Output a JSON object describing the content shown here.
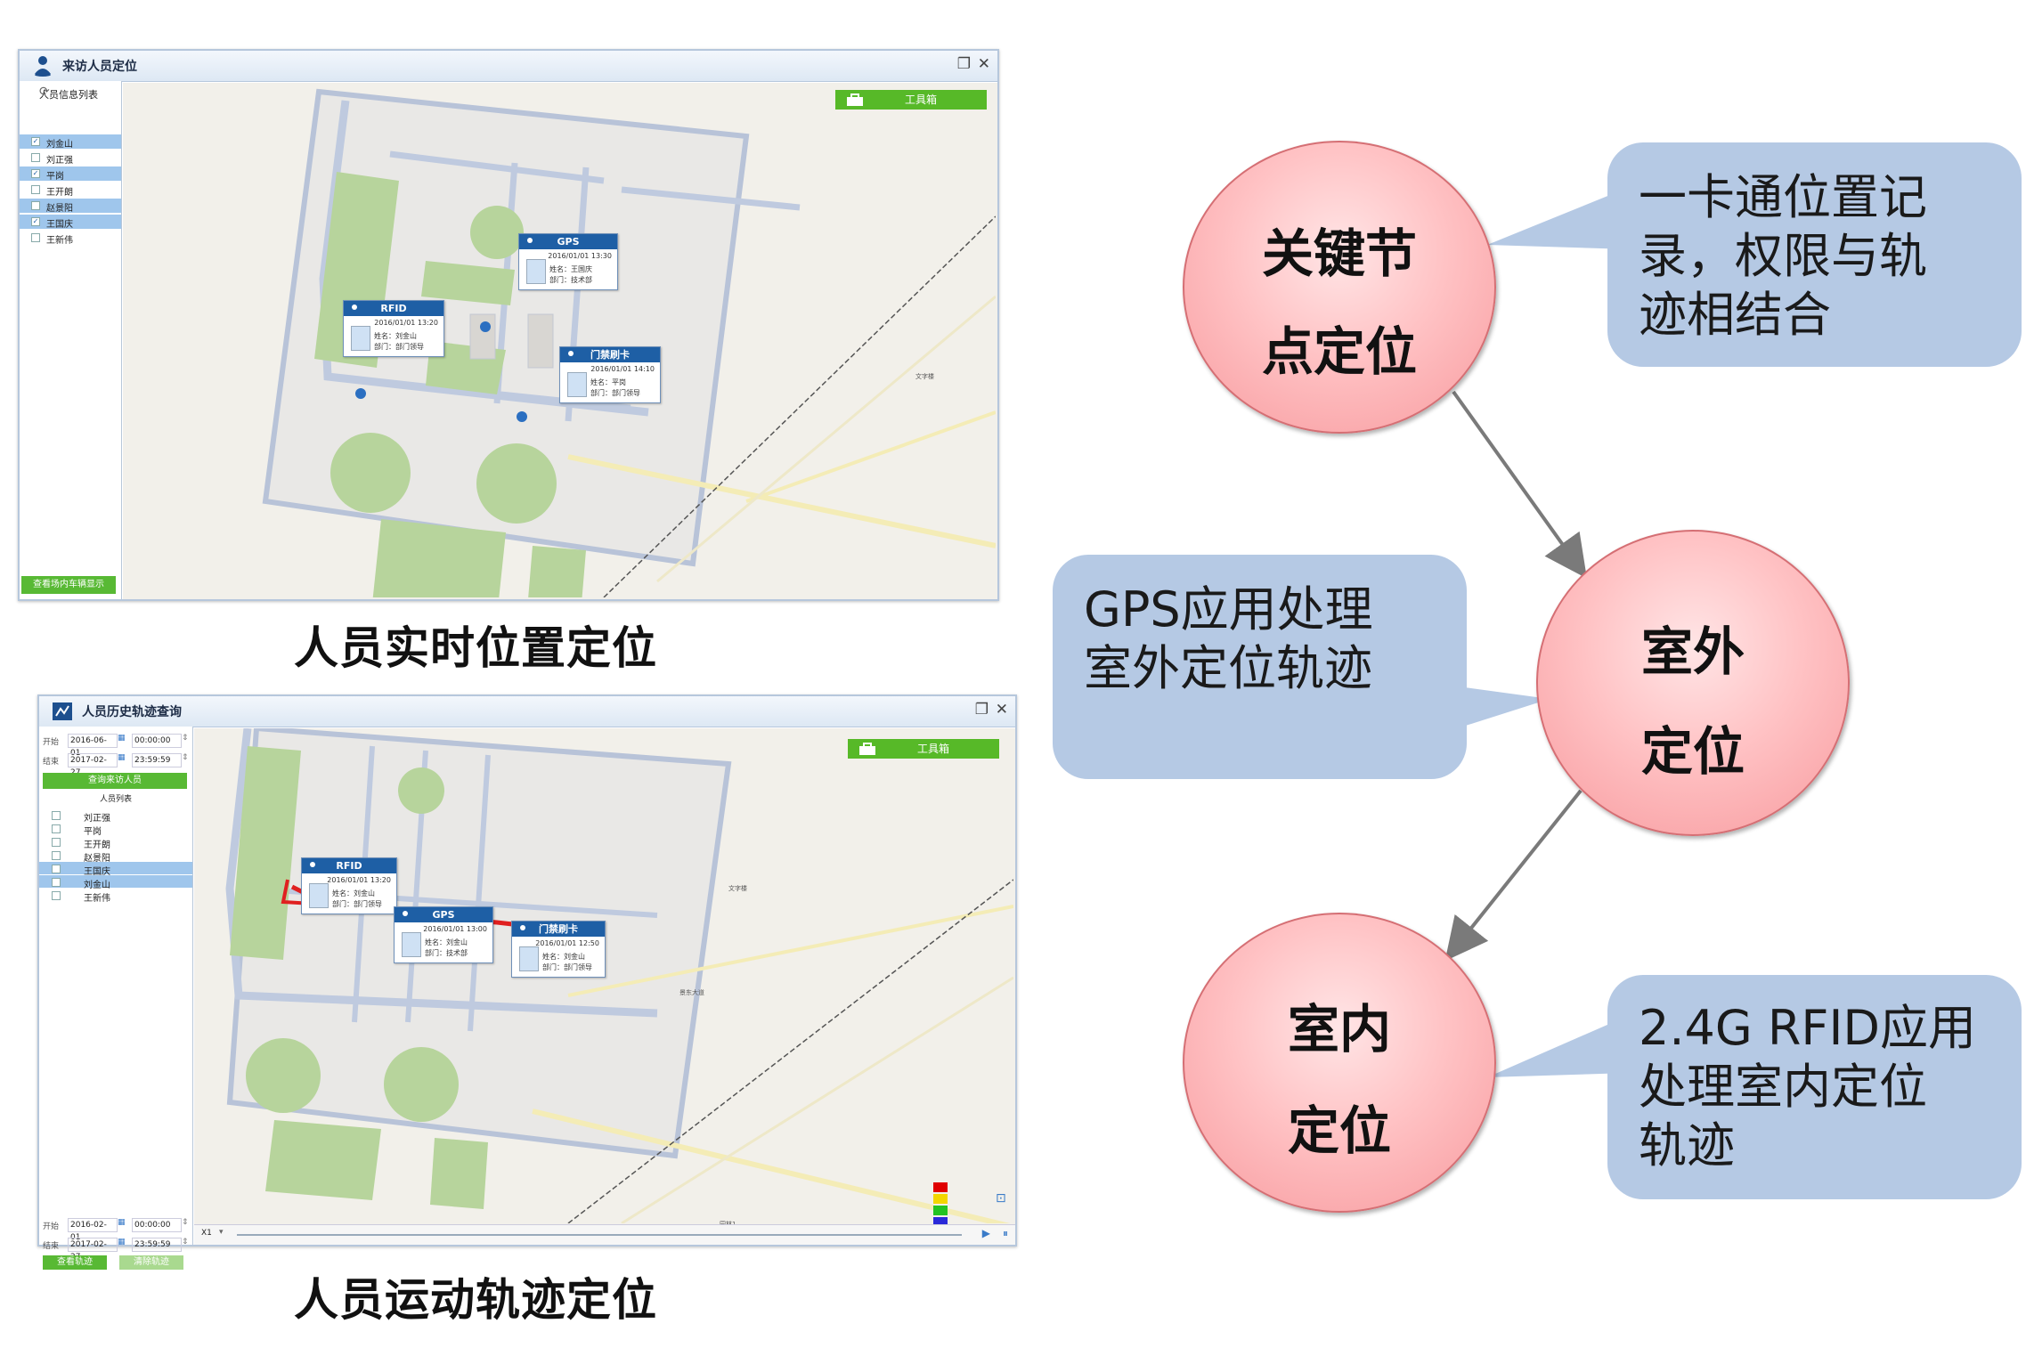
{
  "window1": {
    "title": "来访人员定位",
    "list_header": "人员信息列表",
    "persons": [
      {
        "name": "刘金山",
        "checked": true,
        "selected": true
      },
      {
        "name": "刘正强",
        "checked": false,
        "selected": false
      },
      {
        "name": "平岗",
        "checked": true,
        "selected": true
      },
      {
        "name": "王开朗",
        "checked": false,
        "selected": false
      },
      {
        "name": "赵景阳",
        "checked": false,
        "selected": true
      },
      {
        "name": "王国庆",
        "checked": true,
        "selected": true
      },
      {
        "name": "王新伟",
        "checked": false,
        "selected": false
      }
    ],
    "bottom_button": "查看场内车辆显示",
    "toolbox": "工具箱",
    "popups": [
      {
        "type": "GPS",
        "time": "2016/01/01 13:30",
        "name": "姓名：王国庆",
        "dept": "部门：技术部"
      },
      {
        "type": "RFID",
        "time": "2016/01/01 13:20",
        "name": "姓名：刘金山",
        "dept": "部门：部门领导"
      },
      {
        "type": "门禁刷卡",
        "time": "2016/01/01 14:10",
        "name": "姓名：平岗",
        "dept": "部门：部门领导"
      }
    ]
  },
  "window2": {
    "title": "人员历史轨迹查询",
    "start_label": "开始",
    "start_date": "2016-06-01",
    "start_time": "00:00:00",
    "end_label": "结束",
    "end_date": "2017-02-27",
    "end_time": "23:59:59",
    "query_button": "查询来访人员",
    "list_header": "人员列表",
    "persons": [
      {
        "name": "刘正强",
        "selected": false
      },
      {
        "name": "平岗",
        "selected": false
      },
      {
        "name": "王开朗",
        "selected": false
      },
      {
        "name": "赵景阳",
        "selected": false
      },
      {
        "name": "王国庆",
        "selected": true
      },
      {
        "name": "刘金山",
        "selected": true
      },
      {
        "name": "王新伟",
        "selected": false
      }
    ],
    "start_label2": "开始",
    "start_date2": "2016-02-01",
    "start_time2": "00:00:00",
    "end_label2": "结束",
    "end_date2": "2017-02-27",
    "end_time2": "23:59:59",
    "view_track_button": "查看轨迹",
    "clear_track_button": "清除轨迹",
    "speed": "X1",
    "toolbox": "工具箱",
    "popups": [
      {
        "type": "RFID",
        "time": "2016/01/01 13:20",
        "name": "姓名：刘金山",
        "dept": "部门：部门领导"
      },
      {
        "type": "GPS",
        "time": "2016/01/01 13:00",
        "name": "姓名：刘金山",
        "dept": "部门：技术部"
      },
      {
        "type": "门禁刷卡",
        "time": "2016/01/01 12:50",
        "name": "姓名：刘金山",
        "dept": "部门：部门领导"
      }
    ],
    "legend_colors": [
      "#e00000",
      "#f2d600",
      "#22c322",
      "#2a2ad9",
      "#8a18c8"
    ]
  },
  "captions": {
    "top": "人员实时位置定位",
    "bottom": "人员运动轨迹定位"
  },
  "diagram": {
    "node1": [
      "关键节",
      "点定位"
    ],
    "node2": [
      "室外",
      "定位"
    ],
    "node3": [
      "室内",
      "定位"
    ],
    "callout1": [
      "一卡通位置记",
      "录，权限与轨",
      "迹相结合"
    ],
    "callout2": [
      "GPS应用处理",
      "室外定位轨迹"
    ],
    "callout3": [
      "2.4G RFID应用",
      "处理室内定位",
      "轨迹"
    ]
  },
  "colors": {
    "accent_green": "#58b934",
    "popup_header": "#1e5fa5",
    "node_fill": "#ffc2c4",
    "callout_fill": "#b5c9e4",
    "track_red": "#e02020"
  }
}
